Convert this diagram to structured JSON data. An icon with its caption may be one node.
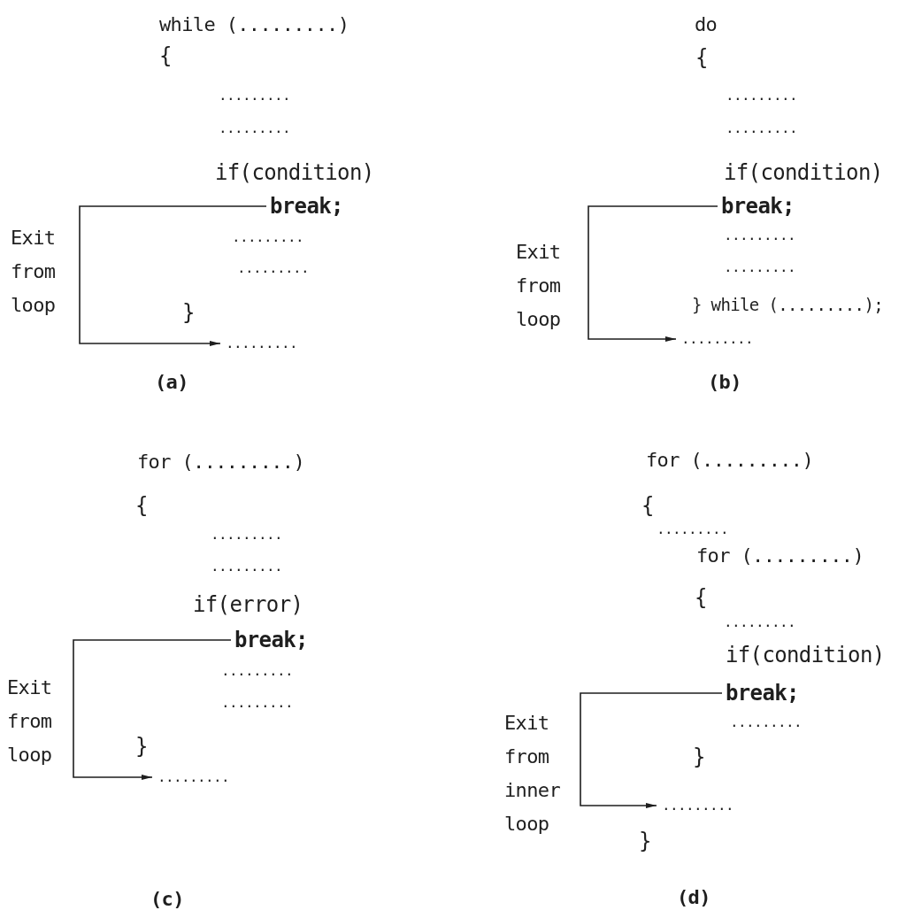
{
  "diagram": {
    "nodes": [
      {
        "text": [
          "break;"
        ]
      },
      {
        "text": [
          "........."
        ]
      },
      {
        "text": [
          "break;"
        ]
      },
      {
        "text": [
          "........."
        ]
      },
      {
        "text": [
          "break;"
        ]
      },
      {
        "text": [
          "........."
        ]
      },
      {
        "text": [
          "break;"
        ]
      },
      {
        "text": [
          "........."
        ]
      }
    ],
    "edges": [
      {
        "from": 0,
        "to": 1,
        "arrow": "to",
        "label": "Exit from loop"
      },
      {
        "from": 2,
        "to": 3,
        "arrow": "to",
        "label": "Exit from loop"
      },
      {
        "from": 4,
        "to": 5,
        "arrow": "to",
        "label": "Exit from loop"
      },
      {
        "from": 6,
        "to": 7,
        "arrow": "to",
        "label": "Exit from inner loop"
      }
    ],
    "labels": [
      "while (.........)",
      "do",
      "{",
      "{",
      ".........",
      ".........",
      ".........",
      ".........",
      "if(condition)",
      "if(condition)",
      ".........",
      ".........",
      ".........",
      ".........",
      "}",
      "} while (.........);",
      "(a)",
      "(b)",
      "for (.........)",
      "for (.........)",
      "{",
      "{",
      ".........",
      "for (.........)",
      ".........",
      "{",
      ".........",
      "if(error)",
      "if(condition)",
      ".........",
      ".........",
      ".........",
      "}",
      "}",
      "}",
      "(c)",
      "(d)",
      "........."
    ]
  }
}
